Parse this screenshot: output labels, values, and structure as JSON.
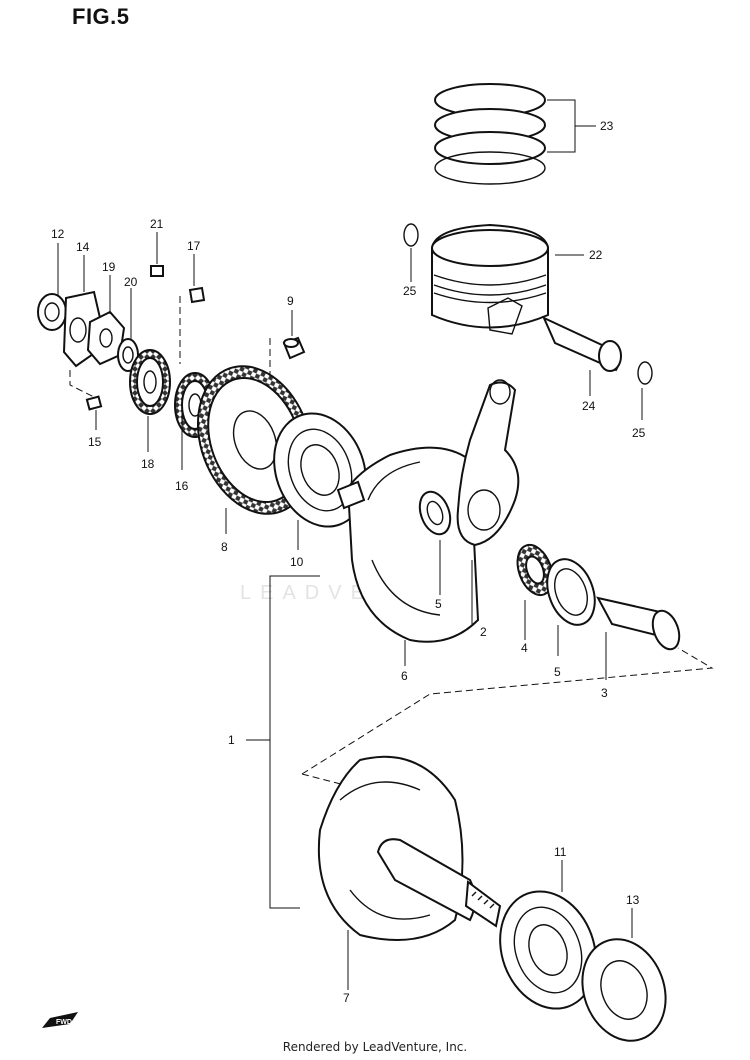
{
  "title": "FIG.5",
  "footer": "Rendered by LeadVenture, Inc.",
  "watermark": "LEADVENTURE",
  "fwd_badge": "FWD",
  "callouts": [
    "1",
    "2",
    "3",
    "4",
    "5",
    "5",
    "6",
    "7",
    "8",
    "9",
    "10",
    "11",
    "12",
    "13",
    "14",
    "15",
    "16",
    "17",
    "18",
    "19",
    "20",
    "21",
    "22",
    "23",
    "24",
    "25",
    "25"
  ]
}
